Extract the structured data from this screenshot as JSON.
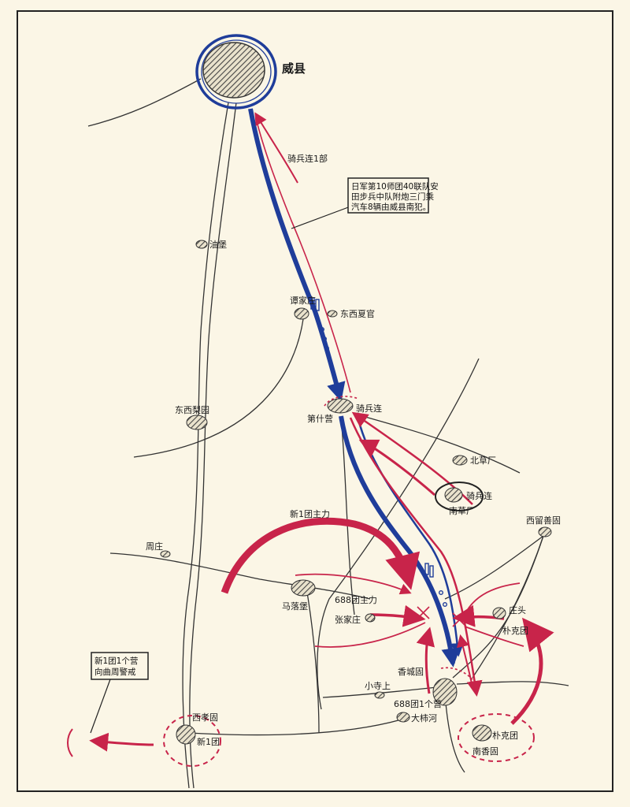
{
  "map": {
    "colors": {
      "background": "#fbf6e6",
      "enemy_blue": "#1f3d9a",
      "friendly_red": "#c8244a",
      "road": "#333333",
      "settlement_fill": "#555555"
    },
    "places": {
      "weixian": "威县",
      "youbao": "油堡",
      "tanjiazhuang": "谭家庄",
      "dongxixiaguan": "东西夏官",
      "dongxilitun": "东西梨园",
      "dishiying": "第什营",
      "beicaochang": "北草厂",
      "nancaochang": "南草厂",
      "xiliuxuyuan": "西留善固",
      "zhouzhuang": "周庄",
      "maluobao": "马落堡",
      "zhangjiazhuang": "张家庄",
      "zhuangtou": "庄头",
      "xiangchenggu": "香城固",
      "xiaosishang": "小寺上",
      "dalinhe": "大柿河",
      "xixiaogu": "西孝固",
      "puketuan_south": "南香固"
    },
    "units": {
      "cavalry_hq": "骑兵连1部",
      "cavalry_1": "骑兵连",
      "cavalry_2": "骑兵连",
      "new1_main": "新1团主力",
      "r688_main": "688团主力",
      "puke_1": "朴克团",
      "puke_2": "朴克团",
      "r688_batt": "688团1个营",
      "new1_unit": "新1团"
    },
    "notes": {
      "enemy_note": [
        "日军第10师团40联队安",
        "田步兵中队附炮三门乘",
        "汽车8辆由威县南犯。"
      ],
      "guard_note": [
        "新1团1个营",
        "向曲周警戒"
      ]
    }
  }
}
